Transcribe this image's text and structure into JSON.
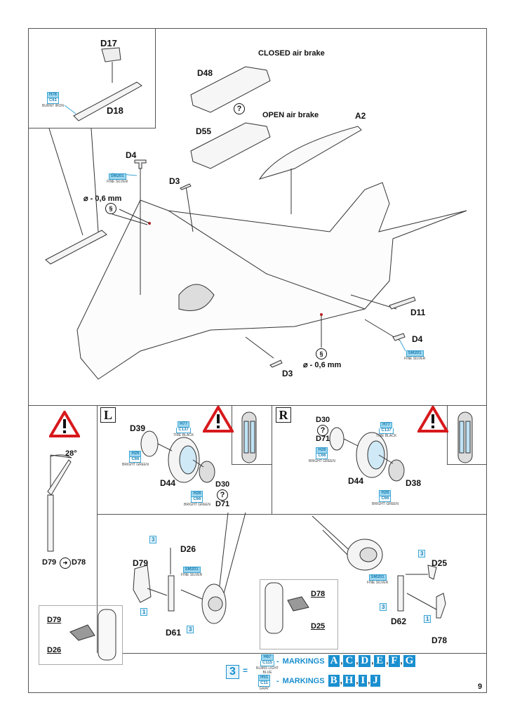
{
  "page": {
    "number": "9"
  },
  "top_section": {
    "inset": {
      "parts": [
        "D17",
        "D18"
      ],
      "paint": {
        "code1": "H76",
        "code2": "C61",
        "name": "BURNT IRON"
      }
    },
    "air_brake": {
      "closed_label": "CLOSED air brake",
      "open_label": "OPEN air brake",
      "closed_part": "D48",
      "open_part": "D55",
      "choice_symbol": "?"
    },
    "parts": {
      "a2": "A2",
      "d4_top": "D4",
      "d3_top": "D3",
      "d11": "D11",
      "d4_right": "D4",
      "d3_bottom": "D3"
    },
    "drill_top": {
      "label": "⌀ - 0,6 mm",
      "symbol": "§"
    },
    "drill_bottom": {
      "label": "⌀ - 0,6 mm",
      "symbol": "§"
    },
    "paint_d4_top": {
      "code1": "SM201",
      "name": "FINE SILVER"
    },
    "paint_d4_right": {
      "code1": "SM201",
      "name": "FINE SILVER"
    }
  },
  "left_strip": {
    "warning_icon": "warning-triangle",
    "angle": "28°",
    "parts_left": "D79",
    "parts_right": "D78",
    "connector_symbol": "➜"
  },
  "left_wheel": {
    "side_label": "L",
    "parts": {
      "d39": "D39",
      "d44": "D44",
      "d30": "D30",
      "d71": "D71"
    },
    "choice_symbol": "?",
    "paint_tire": {
      "code1": "H77",
      "code2": "C137",
      "name": "TIRE BLACK"
    },
    "paint_hub1": {
      "code1": "H26",
      "code2": "C66",
      "name": "BRIGHT GREEN"
    },
    "paint_hub2": {
      "code1": "H26",
      "code2": "C66",
      "name": "BRIGHT GREEN"
    }
  },
  "right_wheel": {
    "side_label": "R",
    "parts": {
      "d30": "D30",
      "d71": "D71",
      "d44": "D44",
      "d38": "D38"
    },
    "choice_symbol": "?",
    "paint_tire": {
      "code1": "H77",
      "code2": "C137",
      "name": "TIRE BLACK"
    },
    "paint_hub1": {
      "code1": "H26",
      "code2": "C66",
      "name": "BRIGHT GREEN"
    },
    "paint_hub2": {
      "code1": "H26",
      "code2": "C66",
      "name": "BRIGHT GREEN"
    }
  },
  "left_gear": {
    "parts": {
      "d26": "D26",
      "d79": "D79",
      "d61": "D61"
    },
    "callouts": {
      "c1": "3",
      "c2": "1",
      "c3": "3"
    },
    "paint": {
      "code1": "SM201",
      "name": "FINE SILVER"
    },
    "detail": {
      "d79": "D79",
      "d26": "D26"
    }
  },
  "right_gear": {
    "parts": {
      "d25": "D25",
      "d62": "D62",
      "d78": "D78"
    },
    "callouts": {
      "c1": "3",
      "c2": "3",
      "c3": "1"
    },
    "paint": {
      "code1": "SM201",
      "name": "FINE SILVER"
    },
    "detail": {
      "d78": "D78",
      "d25": "D25"
    }
  },
  "legend": {
    "callout": "3",
    "equals": "=",
    "row1": {
      "code1": "H67",
      "code2": "C115",
      "name": "RLM65 LIGHT BLUE",
      "dash": "-",
      "label": "MARKINGS",
      "markings": [
        "A",
        "C",
        "D",
        "E",
        "F",
        "G"
      ]
    },
    "row2": {
      "code1": "H51",
      "code2": "C11",
      "name": "GRAY",
      "dash": "-",
      "label": "MARKINGS",
      "markings": [
        "B",
        "H",
        "I",
        "J"
      ]
    }
  }
}
